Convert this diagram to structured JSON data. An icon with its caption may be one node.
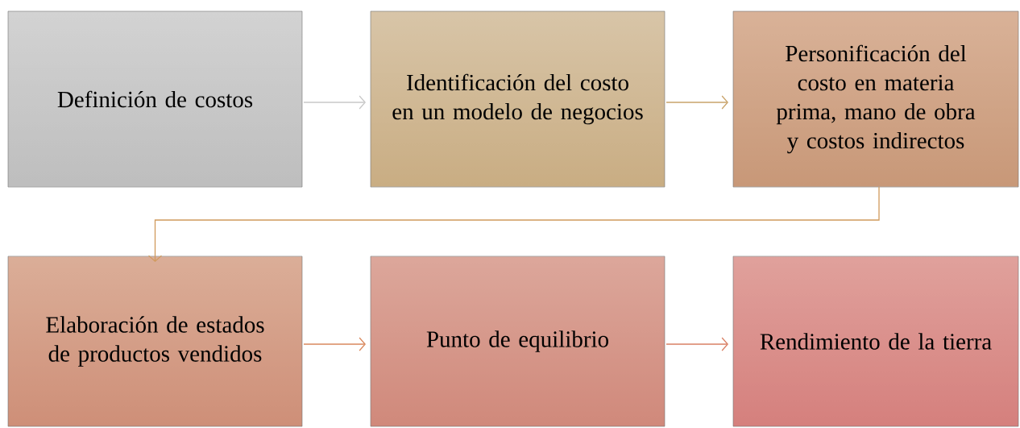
{
  "diagram": {
    "nodes": [
      {
        "text": [
          "Definición de costos"
        ]
      },
      {
        "text": [
          "Identificación del costo en un modelo de negocios"
        ]
      },
      {
        "text": [
          "Personificación del costo en materia prima, mano de obra y costos indirectos"
        ]
      },
      {
        "text": [
          "Elaboración de estados de productos vendidos"
        ]
      },
      {
        "text": [
          "Punto de equilibrio"
        ]
      },
      {
        "text": [
          "Rendimiento de la tierra"
        ]
      }
    ],
    "edges": [
      {
        "from": 0,
        "to": 1,
        "arrow": "to",
        "color": "#c8c8c8"
      },
      {
        "from": 1,
        "to": 2,
        "arrow": "to",
        "color": "#c9a36a"
      },
      {
        "from": 2,
        "to": 3,
        "arrow": "to",
        "color": "#d09a5c"
      },
      {
        "from": 3,
        "to": 4,
        "arrow": "to",
        "color": "#d9895e"
      },
      {
        "from": 4,
        "to": 5,
        "arrow": "to",
        "color": "#d98065"
      }
    ]
  }
}
